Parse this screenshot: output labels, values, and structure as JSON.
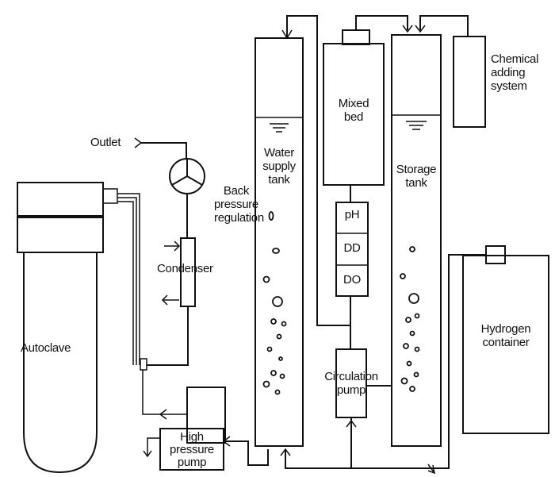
{
  "labels": {
    "outlet": "Outlet",
    "back_pressure_regulation": "Back\npressure\nregulation",
    "condenser": "Condenser",
    "autoclave": "Autoclave",
    "high_pressure_pump": "High\npressure\npump",
    "water_supply_tank": "Water\nsupply\ntank",
    "mixed_bed": "Mixed\nbed",
    "ph": "pH",
    "dd": "DD",
    "do": "DO",
    "circulation_pump": "Circulation\npump",
    "storage_tank": "Storage\ntank",
    "chemical_adding_system": "Chemical\nadding\nsystem",
    "hydrogen_container": "Hydrogen\ncontainer"
  },
  "colors": {
    "line": "#111111",
    "background": "#ffffff"
  }
}
